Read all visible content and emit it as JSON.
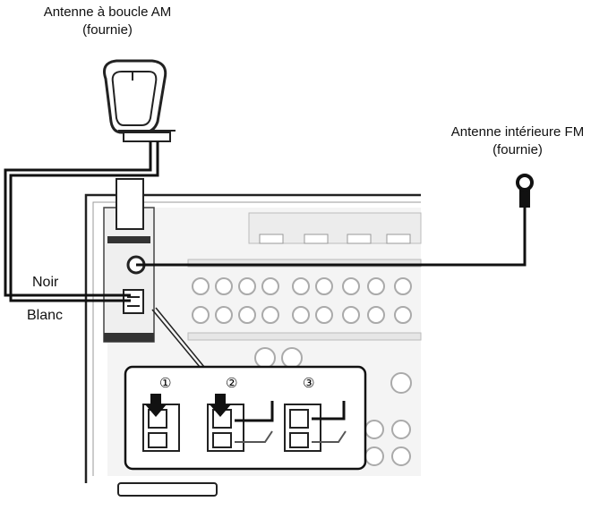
{
  "labels": {
    "am_antenna_title": "Antenne à boucle AM",
    "am_antenna_sub": "(fournie)",
    "fm_antenna_title": "Antenne intérieure FM",
    "fm_antenna_sub": "(fournie)",
    "wire_black": "Noir",
    "wire_white": "Blanc"
  },
  "steps": [
    "①",
    "②",
    "③"
  ]
}
